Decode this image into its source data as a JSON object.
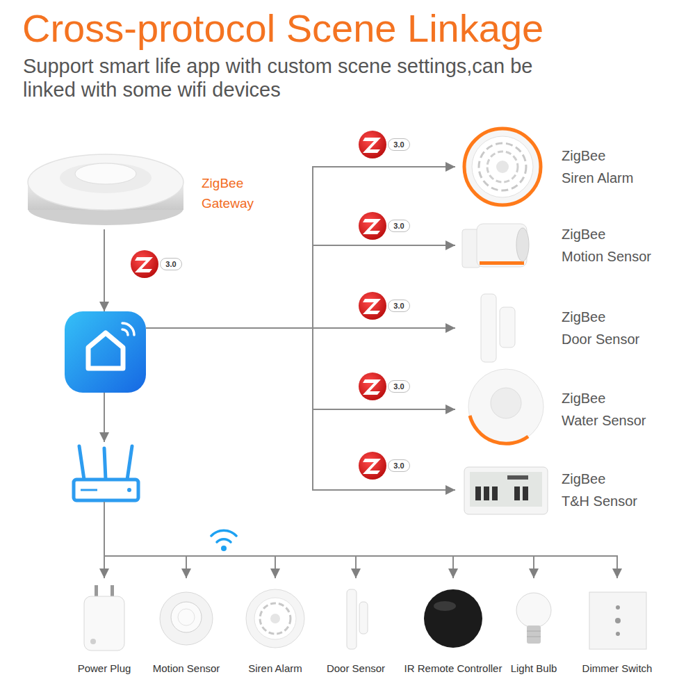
{
  "diagram": {
    "title": "Cross-protocol Scene Linkage",
    "caption": "Support smart life app with custom scene settings,can be linked with some wifi devices",
    "nodes": [
      {
        "text": [
          "ZigBee Gateway"
        ]
      },
      {
        "text": []
      },
      {
        "text": []
      },
      {
        "text": [
          "ZigBee Siren Alarm"
        ]
      },
      {
        "text": [
          "ZigBee Motion Sensor"
        ]
      },
      {
        "text": [
          "ZigBee Door Sensor"
        ]
      },
      {
        "text": [
          "ZigBee Water Sensor"
        ]
      },
      {
        "text": [
          "ZigBee T&H Sensor"
        ]
      },
      {
        "text": [
          "Power Plug"
        ]
      },
      {
        "text": [
          "Motion Sensor"
        ]
      },
      {
        "text": [
          "Siren Alarm"
        ]
      },
      {
        "text": [
          "Door Sensor"
        ]
      },
      {
        "text": [
          "IR Remote Controller"
        ]
      },
      {
        "text": [
          "Light Bulb"
        ]
      },
      {
        "text": [
          "Dimmer Switch"
        ]
      }
    ],
    "edges": [
      {
        "from": 0,
        "to": 1,
        "arrow": "to",
        "label": "3.0"
      },
      {
        "from": 1,
        "to": 3,
        "arrow": "to",
        "label": "3.0"
      },
      {
        "from": 1,
        "to": 4,
        "arrow": "to",
        "label": "3.0"
      },
      {
        "from": 1,
        "to": 5,
        "arrow": "to",
        "label": "3.0"
      },
      {
        "from": 1,
        "to": 6,
        "arrow": "to",
        "label": "3.0"
      },
      {
        "from": 1,
        "to": 7,
        "arrow": "to",
        "label": "3.0"
      },
      {
        "from": 1,
        "to": 2,
        "arrow": "to"
      },
      {
        "from": 2,
        "to": 8,
        "arrow": "to"
      },
      {
        "from": 2,
        "to": 9,
        "arrow": "to"
      },
      {
        "from": 2,
        "to": 10,
        "arrow": "to"
      },
      {
        "from": 2,
        "to": 11,
        "arrow": "to"
      },
      {
        "from": 2,
        "to": 12,
        "arrow": "to"
      },
      {
        "from": 2,
        "to": 13,
        "arrow": "to"
      },
      {
        "from": 2,
        "to": 14,
        "arrow": "to"
      }
    ]
  }
}
